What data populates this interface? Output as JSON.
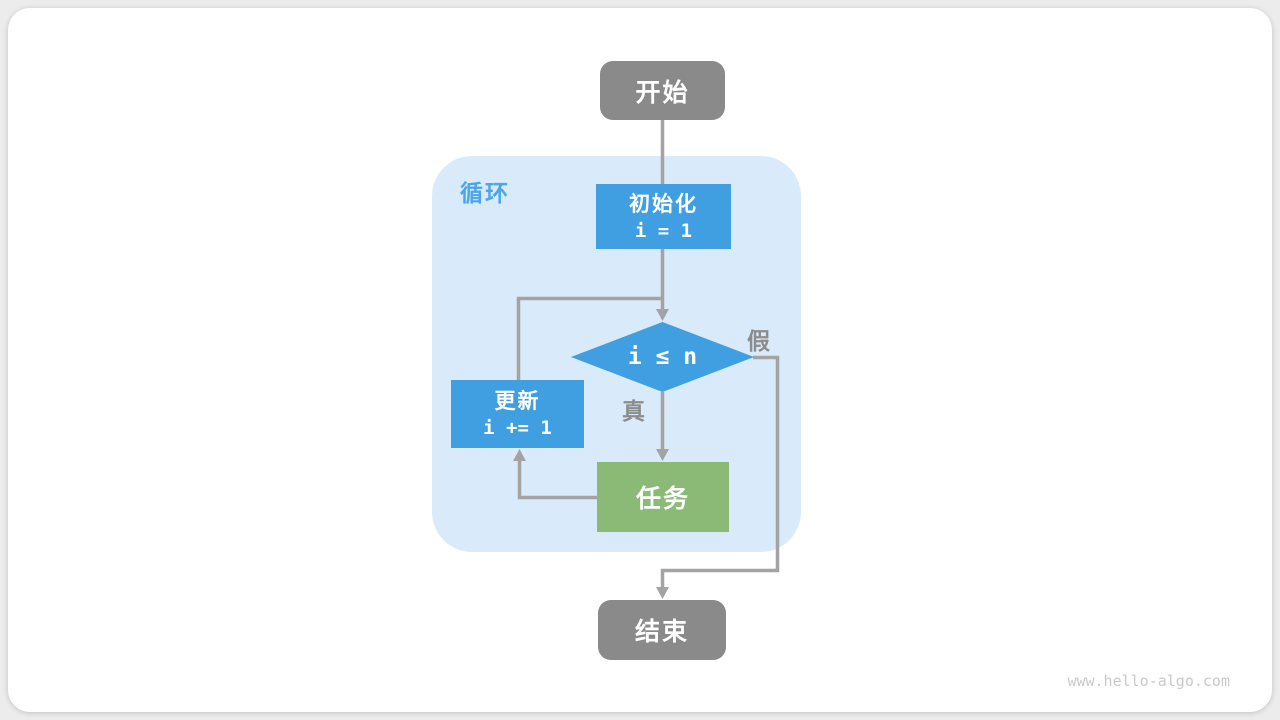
{
  "diagram": {
    "start_label": "开始",
    "loop_label": "循环",
    "init": {
      "line1": "初始化",
      "line2": "i = 1"
    },
    "condition_label": "i ≤ n",
    "branch_true": "真",
    "branch_false": "假",
    "update": {
      "line1": "更新",
      "line2": "i += 1"
    },
    "task_label": "任务",
    "end_label": "结束"
  },
  "watermark": "www.hello-algo.com",
  "colors": {
    "terminal_gray": "#8a8a8a",
    "process_blue": "#3f9fe0",
    "task_green": "#8aba76",
    "loop_container_bg": "#d9ebfa",
    "loop_label_blue": "#4aa6e8",
    "connector_gray": "#a3a3a3",
    "branch_label_gray": "#8c8c8c",
    "watermark_gray": "#c9c9c9"
  }
}
